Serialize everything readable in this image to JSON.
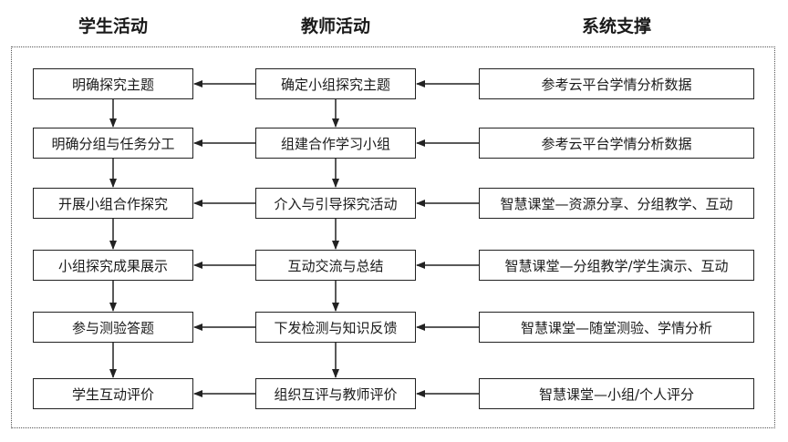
{
  "headers": {
    "student": "学生活动",
    "teacher": "教师活动",
    "system": "系统支撑"
  },
  "student": [
    "明确探究主题",
    "明确分组与任务分工",
    "开展小组合作探究",
    "小组探究成果展示",
    "参与测验答题",
    "学生互动评价"
  ],
  "teacher": [
    "确定小组探究主题",
    "组建合作学习小组",
    "介入与引导探究活动",
    "互动交流与总结",
    "下发检测与知识反馈",
    "组织互评与教师评价"
  ],
  "system": [
    "参考云平台学情分析数据",
    "参考云平台学情分析数据",
    "智慧课堂—资源分享、分组教学、互动",
    "智慧课堂—分组教学/学生演示、互动",
    "智慧课堂—随堂测验、学情分析",
    "智慧课堂—小组/个人评分"
  ]
}
